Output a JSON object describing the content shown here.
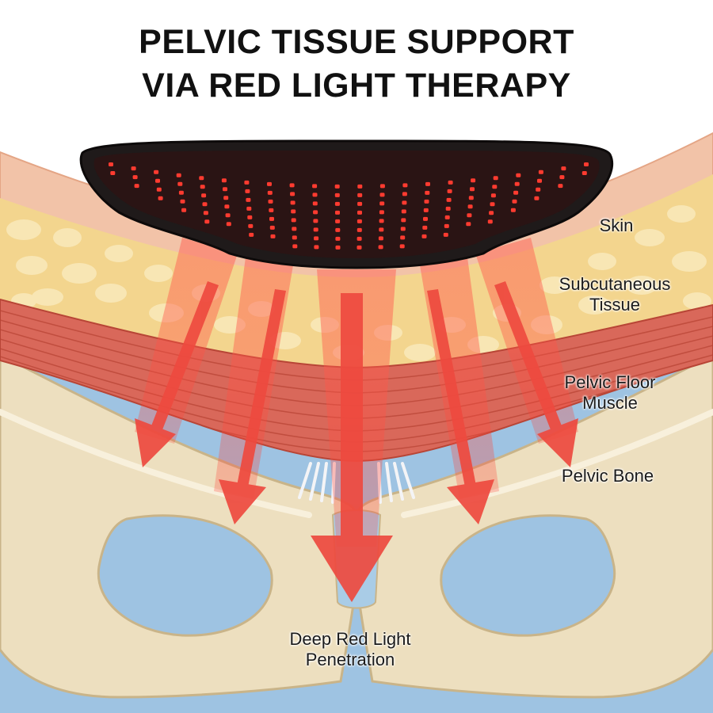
{
  "title": {
    "line1": "PELVIC TISSUE SUPPORT",
    "line2": "VIA RED LIGHT THERAPY"
  },
  "labels": {
    "skin": "Skin",
    "subcutaneous_line1": "Subcutaneous",
    "subcutaneous_line2": "Tissue",
    "pelvic_floor_line1": "Pelvic Floor",
    "pelvic_floor_line2": "Muscle",
    "pelvic_bone": "Pelvic Bone",
    "deep_line1": "Deep Red Light",
    "deep_line2": "Penetration"
  },
  "colors": {
    "background": "#ffffff",
    "cavity_blue": "#9ec3e2",
    "bone": "#eddfbf",
    "bone_outline": "#c9b489",
    "skin": "#f2c3a8",
    "fat": "#f3d58e",
    "fat_cells": "#f8e6b4",
    "muscle": "#d9685a",
    "muscle_lines": "#b84536",
    "device": "#1f1a1a",
    "led": "#ff3b30",
    "light_beam": "#ff5a4e",
    "tendon": "#f4f4f6"
  },
  "icons": {
    "device": "red-light-therapy-pad",
    "arrow": "light-penetration-arrow"
  }
}
